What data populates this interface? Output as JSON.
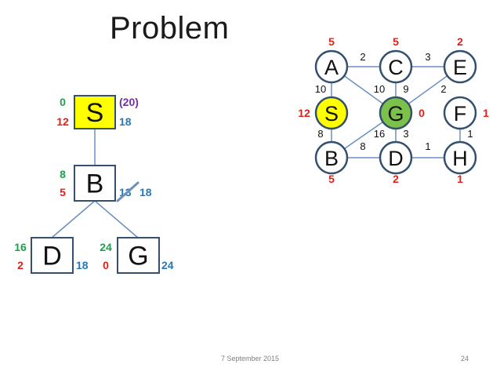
{
  "title": "Problem",
  "footer": {
    "date": "7 September 2015",
    "page": "24"
  },
  "colors": {
    "green": "#1fa04a",
    "red": "#e0211b",
    "blue": "#2878b8",
    "purple": "#7030a0",
    "node_border": "#34506e",
    "edge": "#6b8fbf",
    "node_s_fill": "#ffff00",
    "node_g_fill": "#7cc24a",
    "text_dark": "#111111"
  },
  "search_tree": {
    "nodes": [
      {
        "id": "S",
        "label": "S",
        "g": "0",
        "h": "12",
        "f": "18",
        "extra": "(20)"
      },
      {
        "id": "B",
        "label": "B",
        "g": "8",
        "h": "5",
        "f_old": "13",
        "f": "18"
      },
      {
        "id": "D",
        "label": "D",
        "g": "16",
        "h": "2",
        "f": "18"
      },
      {
        "id": "G",
        "label": "G",
        "g": "24",
        "h": "0",
        "f": "24"
      }
    ]
  },
  "graph": {
    "nodes": [
      {
        "id": "A",
        "label": "A",
        "h": "5"
      },
      {
        "id": "C",
        "label": "C",
        "h": "5"
      },
      {
        "id": "E",
        "label": "E",
        "h": "2"
      },
      {
        "id": "S",
        "label": "S",
        "h": "12"
      },
      {
        "id": "G",
        "label": "G",
        "h": "0"
      },
      {
        "id": "F",
        "label": "F",
        "h": "1"
      },
      {
        "id": "B",
        "label": "B",
        "h": "5"
      },
      {
        "id": "D",
        "label": "D",
        "h": "2"
      },
      {
        "id": "H",
        "label": "H",
        "h": "1"
      }
    ],
    "edges": [
      {
        "from": "A",
        "to": "C",
        "weight": "2"
      },
      {
        "from": "C",
        "to": "E",
        "weight": "3"
      },
      {
        "from": "A",
        "to": "S",
        "weight": "10"
      },
      {
        "from": "A",
        "to": "G",
        "weight": "10"
      },
      {
        "from": "C",
        "to": "G",
        "weight": "9"
      },
      {
        "from": "E",
        "to": "G",
        "weight": "2"
      },
      {
        "from": "S",
        "to": "B",
        "weight": "8"
      },
      {
        "from": "G",
        "to": "B",
        "weight": "16"
      },
      {
        "from": "G",
        "to": "D",
        "weight": "3"
      },
      {
        "from": "B",
        "to": "D",
        "weight": "8"
      },
      {
        "from": "D",
        "to": "H",
        "weight": "1"
      },
      {
        "from": "F",
        "to": "H",
        "weight": "1"
      }
    ]
  }
}
